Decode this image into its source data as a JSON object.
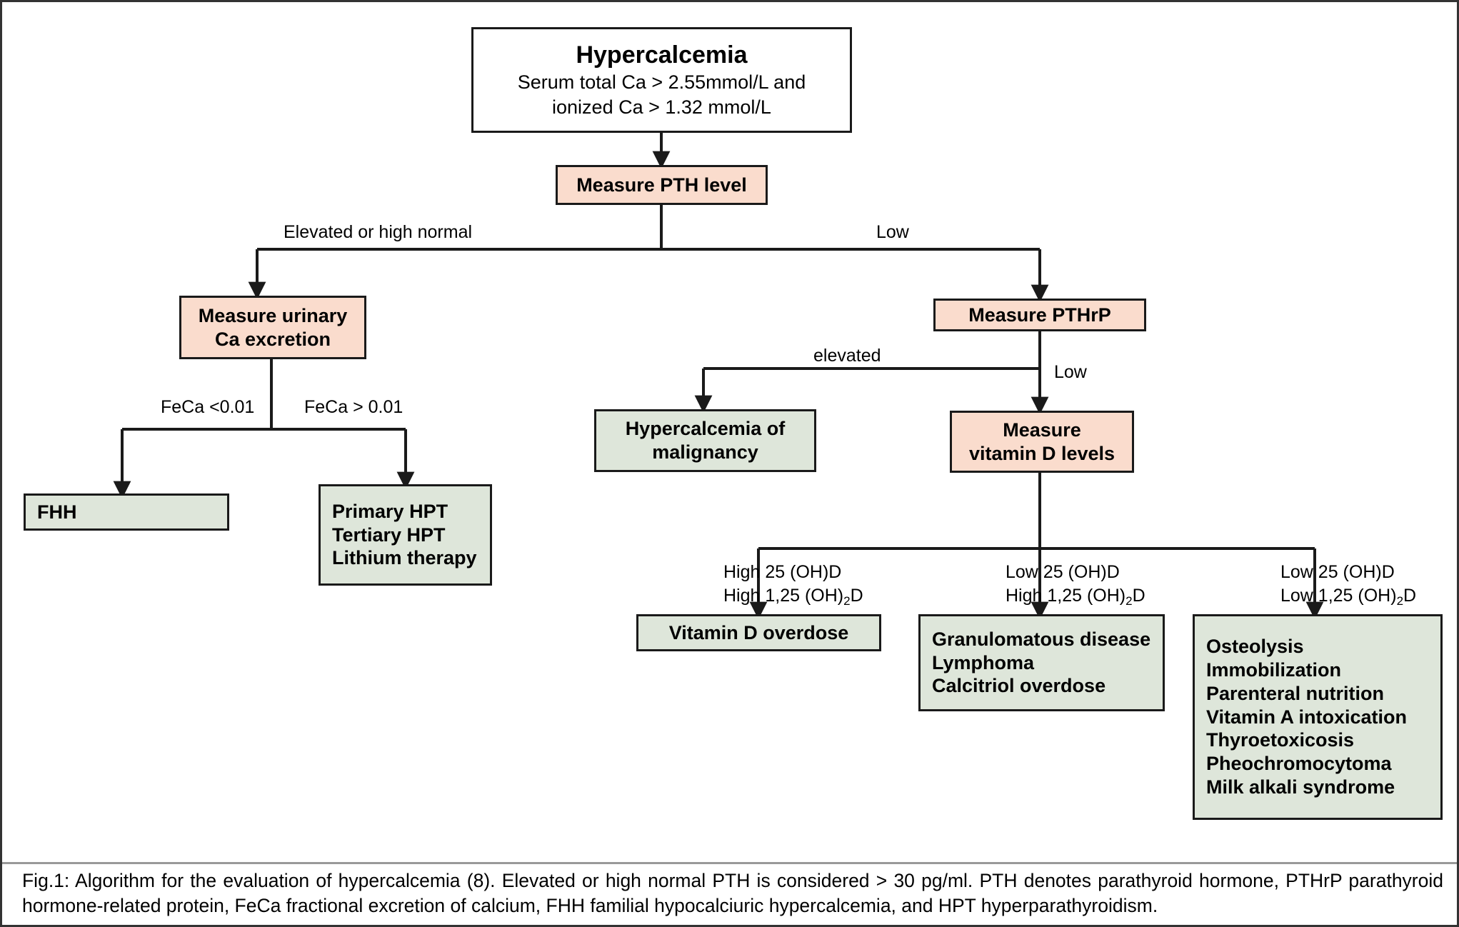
{
  "figure": {
    "caption": "Fig.1: Algorithm for the evaluation of hypercalcemia (8). Elevated or high normal PTH is considered > 30 pg/ml. PTH denotes parathyroid hormone, PTHrP parathyroid hormone-related protein, FeCa fractional excretion of calcium, FHH familial hypocalciuric hypercalcemia, and HPT hyperparathyroidism."
  },
  "colors": {
    "pink_fill": "#FADCCD",
    "green_fill": "#DEE6DA",
    "white_fill": "#FFFFFF",
    "border": "#1A1A1A",
    "frame": "#333333",
    "rule": "#999999"
  },
  "nodes": {
    "hypercalcemia": {
      "title": "Hypercalcemia",
      "sub_line1": "Serum total Ca > 2.55mmol/L and",
      "sub_line2": "ionized Ca > 1.32 mmol/L",
      "fill": "white"
    },
    "measure_pth": {
      "label": "Measure PTH level",
      "fill": "pink"
    },
    "measure_urinary_ca": {
      "line1": "Measure urinary",
      "line2": "Ca excretion",
      "fill": "pink"
    },
    "measure_pthrp": {
      "label": "Measure PTHrP",
      "fill": "pink"
    },
    "hypercalcemia_malignancy": {
      "line1": "Hypercalcemia of",
      "line2": "malignancy",
      "fill": "green"
    },
    "measure_vitd": {
      "line1": "Measure",
      "line2": "vitamin D levels",
      "fill": "pink"
    },
    "fhh": {
      "label": "FHH",
      "fill": "green"
    },
    "primary_hpt": {
      "line1": "Primary HPT",
      "line2": "Tertiary HPT",
      "line3": "Lithium therapy",
      "fill": "green"
    },
    "vitamin_d_overdose": {
      "label": "Vitamin D overdose",
      "fill": "green"
    },
    "granulomatous": {
      "line1": "Granulomatous disease",
      "line2": "Lymphoma",
      "line3": "Calcitriol overdose",
      "fill": "green"
    },
    "other_causes": {
      "line1": "Osteolysis",
      "line2": "Immobilization",
      "line3": "Parenteral nutrition",
      "line4": "Vitamin A intoxication",
      "line5": "Thyroetoxicosis",
      "line6": "Pheochromocytoma",
      "line7": "Milk alkali syndrome",
      "fill": "green"
    }
  },
  "edge_labels": {
    "pth_elevated": "Elevated or high normal",
    "pth_low": "Low",
    "feca_low": "FeCa <0.01",
    "feca_high": "FeCa > 0.01",
    "pthrp_elevated": "elevated",
    "pthrp_low": "Low",
    "vitd_branch1_line1": "High 25 (OH)D",
    "vitd_branch1_line2_pre": "High 1,25 (OH)",
    "vitd_branch1_line2_sub": "2",
    "vitd_branch1_line2_post": "D",
    "vitd_branch2_line1": "Low 25 (OH)D",
    "vitd_branch2_line2_pre": "High 1,25 (OH)",
    "vitd_branch2_line2_sub": "2",
    "vitd_branch2_line2_post": "D",
    "vitd_branch3_line1": "Low 25 (OH)D",
    "vitd_branch3_line2_pre": "Low 1,25 (OH)",
    "vitd_branch3_line2_sub": "2",
    "vitd_branch3_line2_post": "D"
  }
}
